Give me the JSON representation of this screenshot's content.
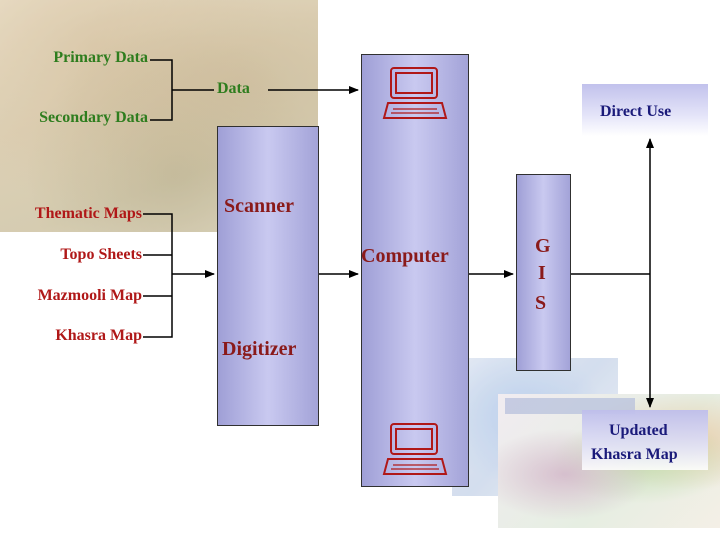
{
  "inputs_primary": {
    "primary": "Primary Data",
    "secondary": "Secondary Data",
    "merged": "Data"
  },
  "inputs_maps": [
    "Thematic Maps",
    "Topo Sheets",
    "Mazmooli Map",
    "Khasra Map"
  ],
  "scanner_box": {
    "top": "Scanner",
    "bottom": "Digitizer"
  },
  "computer_box": {
    "label": "Computer",
    "icon": "computer-icon"
  },
  "gis_box": {
    "letters": [
      "G",
      "I",
      "S"
    ]
  },
  "outputs": {
    "direct_use": "Direct Use",
    "updated_line1": "Updated",
    "updated_line2": "Khasra Map"
  },
  "colors": {
    "green_text": "#2e7d1e",
    "red_text": "#b01818",
    "box_fill": "#b4b4e6",
    "output_text": "#1a1a7a"
  }
}
